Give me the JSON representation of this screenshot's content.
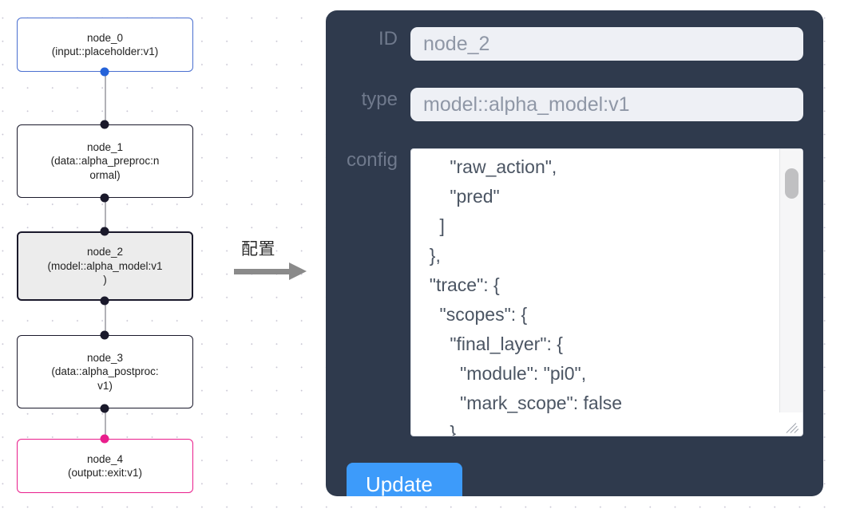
{
  "canvas": {
    "grid_dot_color": "#c9c6d4",
    "background": "#ffffff"
  },
  "graph": {
    "nodes": [
      {
        "id": "node_0",
        "title": "node_0",
        "subtitle": "(input::placeholder:v1)",
        "kind": "input",
        "border_color": "#4a6fd0",
        "selected": false,
        "handles": {
          "source": true,
          "target": false
        },
        "source_handle_color": "#2563d9"
      },
      {
        "id": "node_1",
        "title": "node_1",
        "subtitle": "(data::alpha_preproc:n",
        "subtitle2": "ormal)",
        "kind": "default",
        "border_color": "#1a192b",
        "selected": false,
        "handles": {
          "source": true,
          "target": true
        }
      },
      {
        "id": "node_2",
        "title": "node_2",
        "subtitle": "(model::alpha_model:v1",
        "subtitle2": ")",
        "kind": "default",
        "border_color": "#1a192b",
        "selected": true,
        "handles": {
          "source": true,
          "target": true
        }
      },
      {
        "id": "node_3",
        "title": "node_3",
        "subtitle": "(data::alpha_postproc:",
        "subtitle2": "v1)",
        "kind": "default",
        "border_color": "#1a192b",
        "selected": false,
        "handles": {
          "source": true,
          "target": true
        }
      },
      {
        "id": "node_4",
        "title": "node_4",
        "subtitle": "(output::exit:v1)",
        "kind": "output",
        "border_color": "#e91e8c",
        "selected": false,
        "handles": {
          "source": false,
          "target": true
        },
        "target_handle_color": "#e91e8c"
      }
    ],
    "edges": [
      {
        "from": "node_0",
        "to": "node_1"
      },
      {
        "from": "node_1",
        "to": "node_2"
      },
      {
        "from": "node_2",
        "to": "node_3"
      },
      {
        "from": "node_3",
        "to": "node_4"
      }
    ]
  },
  "transition": {
    "caption": "配置",
    "arrow": "right-arrow",
    "arrow_color": "#8a8a8a"
  },
  "panel": {
    "background": "#2f3a4d",
    "fields": [
      {
        "label": "ID",
        "value": "node_2",
        "name": "id"
      },
      {
        "label": "type",
        "value": "model::alpha_model:v1",
        "name": "type"
      },
      {
        "label": "config",
        "name": "config"
      }
    ],
    "id_label": "ID",
    "id_value": "node_2",
    "type_label": "type",
    "type_value": "model::alpha_model:v1",
    "config_label": "config",
    "config_value": "      \"raw_action\",\n      \"pred\"\n    ]\n  },\n  \"trace\": {\n    \"scopes\": {\n      \"final_layer\": {\n        \"module\": \"pi0\",\n        \"mark_scope\": false\n      },\n      \"action_model\": {",
    "update_label": "Update",
    "update_color": "#3d9bfa"
  }
}
